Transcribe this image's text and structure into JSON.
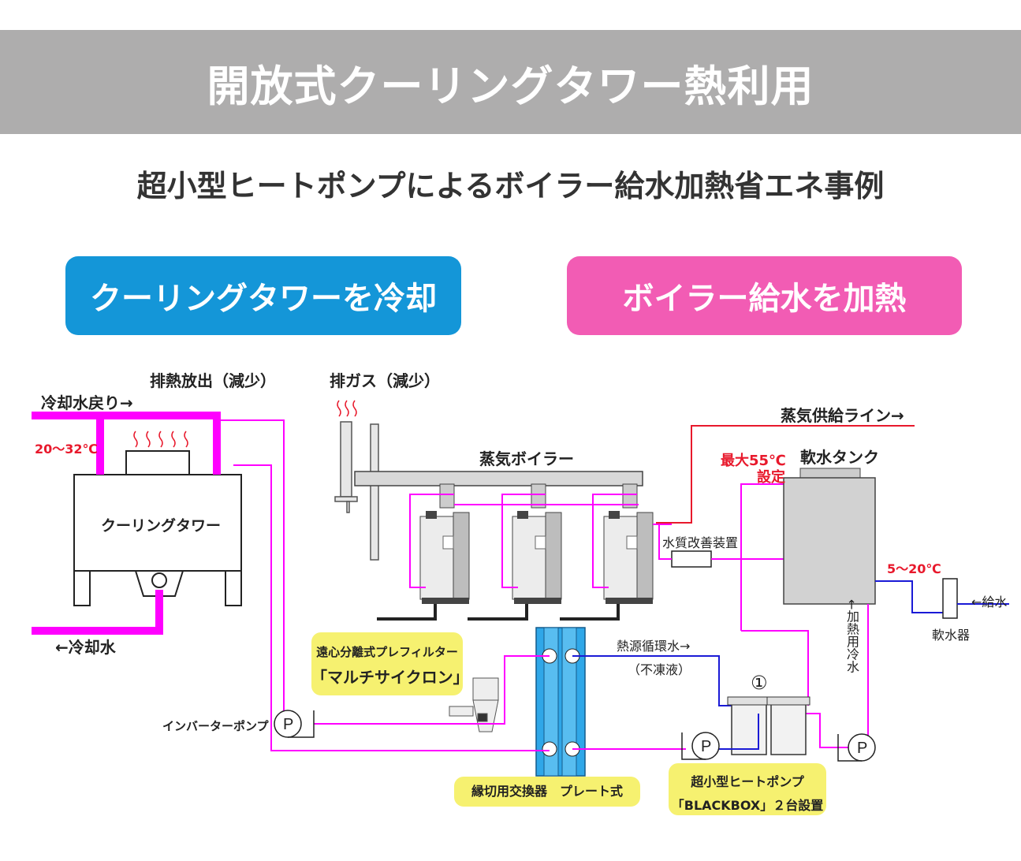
{
  "banner": {
    "title": "開放式クーリングタワー熱利用"
  },
  "subtitle": "超小型ヒートポンプによるボイラー給水加熱省エネ事例",
  "pills": {
    "left": "クーリングタワーを冷却",
    "right": "ボイラー給水を加熱"
  },
  "labels": {
    "exhaust_heat": "排熱放出（減少）",
    "exhaust_gas": "排ガス（減少）",
    "coolant_return": "冷却水戻り→",
    "temp_range_ct": "20〜32℃",
    "cooling_tower": "クーリングタワー",
    "coolant": "←冷却水",
    "steam_boiler": "蒸気ボイラー",
    "steam_supply": "蒸気供給ライン→",
    "max_temp_1": "最大55℃",
    "max_temp_2": "設定",
    "soft_tank": "軟水タンク",
    "water_quality": "水質改善装置",
    "temp_range_tank": "5〜20℃",
    "feed_water": "←給水",
    "softener": "軟水器",
    "heating_cold_water": "←加熱用冷水",
    "heat_source_water": "熱源循環水→",
    "antifreeze": "（不凍液）",
    "circle_one": "①",
    "inverter_pump": "インバーターポンプ",
    "pump_p": "P"
  },
  "notes": {
    "prefilter_1": "遠心分離式プレフィルター",
    "prefilter_2": "「マルチサイクロン」",
    "plate_hx": "縁切用交換器　プレート式",
    "heatpump_1": "超小型ヒートポンプ",
    "heatpump_2": "「BLACKBOX」２台設置"
  },
  "colors": {
    "banner": "#aeadad",
    "blue_pill": "#1496d8",
    "pink_pill": "#f25cb4",
    "magenta_pipe": "#ff00ff",
    "red_pipe": "#e8192c",
    "blue_pipe": "#1a1ad6",
    "note_bg": "#f6f170",
    "hx_blue": "#2fa7e8"
  },
  "icons": {
    "heat": "wavy-heat-icon",
    "pump": "pump-icon"
  }
}
